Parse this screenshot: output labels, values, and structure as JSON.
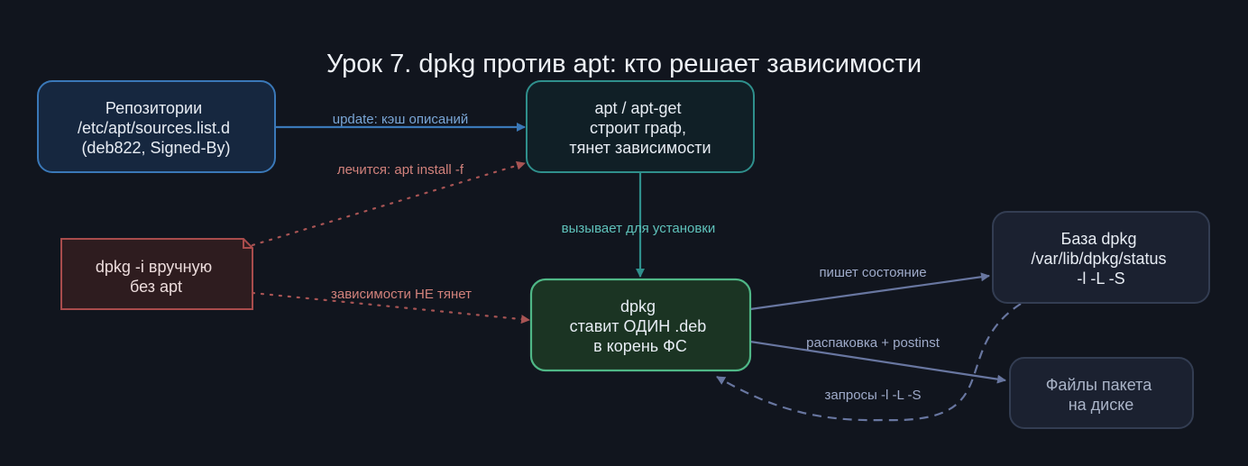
{
  "title": "Урок 7. dpkg против apt: кто решает зависимости",
  "nodes": {
    "repos": {
      "lines": [
        "Репозитории",
        "/etc/apt/sources.list.d",
        "(deb822, Signed-By)"
      ]
    },
    "apt": {
      "lines": [
        "apt / apt-get",
        "строит граф,",
        "тянет зависимости"
      ]
    },
    "manual": {
      "lines": [
        "dpkg -i вручную",
        "без apt"
      ]
    },
    "dpkg": {
      "lines": [
        "dpkg",
        "ставит ОДИН .deb",
        "в корень ФС"
      ]
    },
    "db": {
      "lines": [
        "База dpkg",
        "/var/lib/dpkg/status",
        "-l  -L  -S"
      ]
    },
    "files": {
      "lines": [
        "Файлы пакета",
        "на диске"
      ]
    }
  },
  "edges": {
    "update": "update: кэш описаний",
    "fix": "лечится: apt install -f",
    "invoke": "вызывает для установки",
    "no_deps": "зависимости НЕ тянет",
    "state": "пишет состояние",
    "unpack": "распаковка + postinst",
    "queries": "запросы -l -L -S"
  },
  "colors": {
    "background": "#11151e",
    "repos_border": "#3a78b8",
    "apt_border": "#2f8f8c",
    "dpkg_border": "#4fb786",
    "manual_border": "#a94c4c",
    "gray_border": "#333d52",
    "blue_edge": "#3a78b8",
    "teal_edge": "#2f8f8c",
    "red_edge": "#a85454",
    "slate_edge": "#6876a0"
  }
}
